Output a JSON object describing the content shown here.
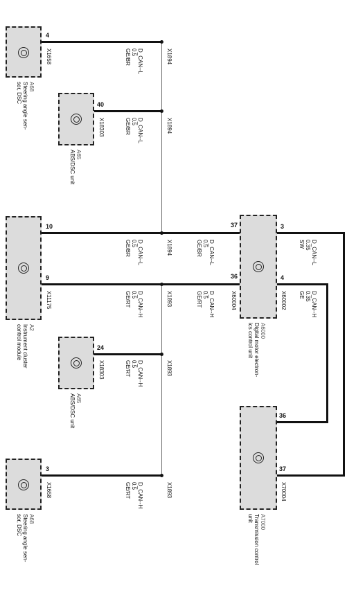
{
  "modules": {
    "a68_top": {
      "id": "A68",
      "name_lines": [
        "Steering angle sen-",
        "sor, DSC"
      ],
      "connector": "X1658",
      "pin": "4"
    },
    "a65_top": {
      "id": "A65",
      "name_lines": [
        "ABS/DSC unit"
      ],
      "connector": "X18303",
      "pin": "40"
    },
    "a2": {
      "id": "A2",
      "name_lines": [
        "Instrument cluster",
        "control module"
      ],
      "connector": "X11175",
      "pin_top": "10",
      "pin_bottom": "9"
    },
    "a65_mid": {
      "id": "A65",
      "name_lines": [
        "ABS/DSC unit"
      ],
      "connector": "X18303",
      "pin": "24"
    },
    "a68_bottom": {
      "id": "A68",
      "name_lines": [
        "Steering angle sen-",
        "sor, DSC"
      ],
      "connector": "X1658",
      "pin": "3"
    },
    "a6000": {
      "id": "A6000",
      "name_lines": [
        "Digital motor electron-",
        "ics control unit"
      ],
      "connector_left": "X60004",
      "connector_right": "X60002",
      "pin_left_top": "37",
      "pin_left_bottom": "36",
      "pin_right_top": "3",
      "pin_right_bottom": "4"
    },
    "a7000": {
      "id": "A7000",
      "name_lines": [
        "Transmission control",
        "unit"
      ],
      "connector": "X70004",
      "pin_top": "36",
      "pin_bottom": "37"
    }
  },
  "wires": {
    "w1": {
      "lines": [
        "D_CAN--L",
        "0.5",
        "GE/BR"
      ]
    },
    "w2": {
      "lines": [
        "D_CAN--L",
        "0.5",
        "GE/BR"
      ]
    },
    "w3": {
      "lines": [
        "D_CAN--L",
        "0.5",
        "GE/BR"
      ]
    },
    "w4": {
      "lines": [
        "D_CAN--H",
        "0.5",
        "GE/RT"
      ]
    },
    "w5": {
      "lines": [
        "D_CAN--H",
        "0.5",
        "GE/RT"
      ]
    },
    "w6": {
      "lines": [
        "D_CAN--H",
        "0.5",
        "GE/RT"
      ]
    },
    "w7": {
      "lines": [
        "D_CAN--L",
        "0.5",
        "GE/BR"
      ]
    },
    "w8": {
      "lines": [
        "D_CAN--H",
        "0.5",
        "GE/RT"
      ]
    },
    "w9": {
      "lines": [
        "D_CAN--L",
        "0.35",
        "SW"
      ]
    },
    "w10": {
      "lines": [
        "D_CAN--H",
        "0.35",
        "GE"
      ]
    }
  },
  "splices": {
    "s1": "X1894",
    "s2": "X1894",
    "s3": "X1894",
    "s4": "X1893",
    "s5": "X1893",
    "s6": "X1893"
  }
}
